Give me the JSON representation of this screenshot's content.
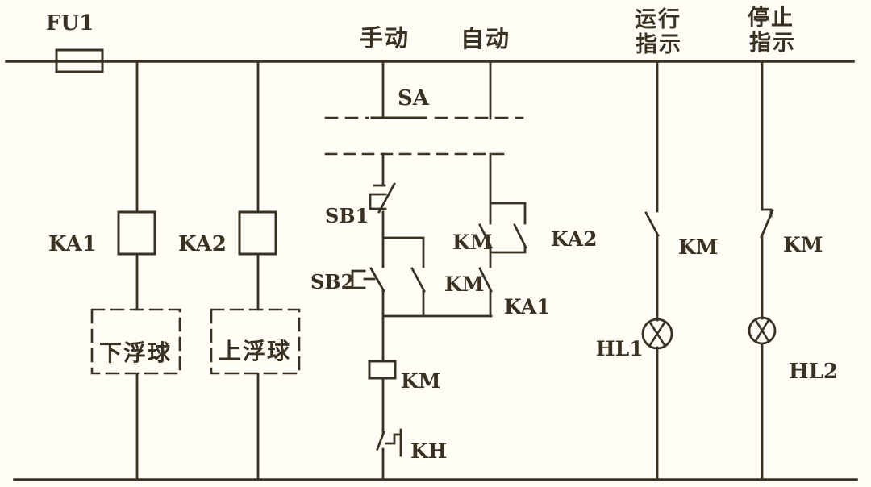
{
  "colors": {
    "ink": "#3a3122",
    "paper": "#fffdf6"
  },
  "labels": {
    "fu1": "FU1",
    "manual": "手动",
    "auto": "自动",
    "run1": "运行",
    "run2": "指示",
    "stop1": "停止",
    "stop2": "指示",
    "sa": "SA",
    "ka1_coil": "KA1",
    "ka2_coil": "KA2",
    "lower_float": "下浮球",
    "upper_float": "上浮球",
    "sb1": "SB1",
    "sb2": "SB2",
    "km_auto_contact": "KM",
    "ka2_contact": "KA2",
    "km_selfhold_contact": "KM",
    "ka1_contact": "KA1",
    "km_coil": "KM",
    "kh": "KH",
    "km_run_contact": "KM",
    "km_stop_contact": "KM",
    "hl1": "HL1",
    "hl2": "HL2"
  }
}
